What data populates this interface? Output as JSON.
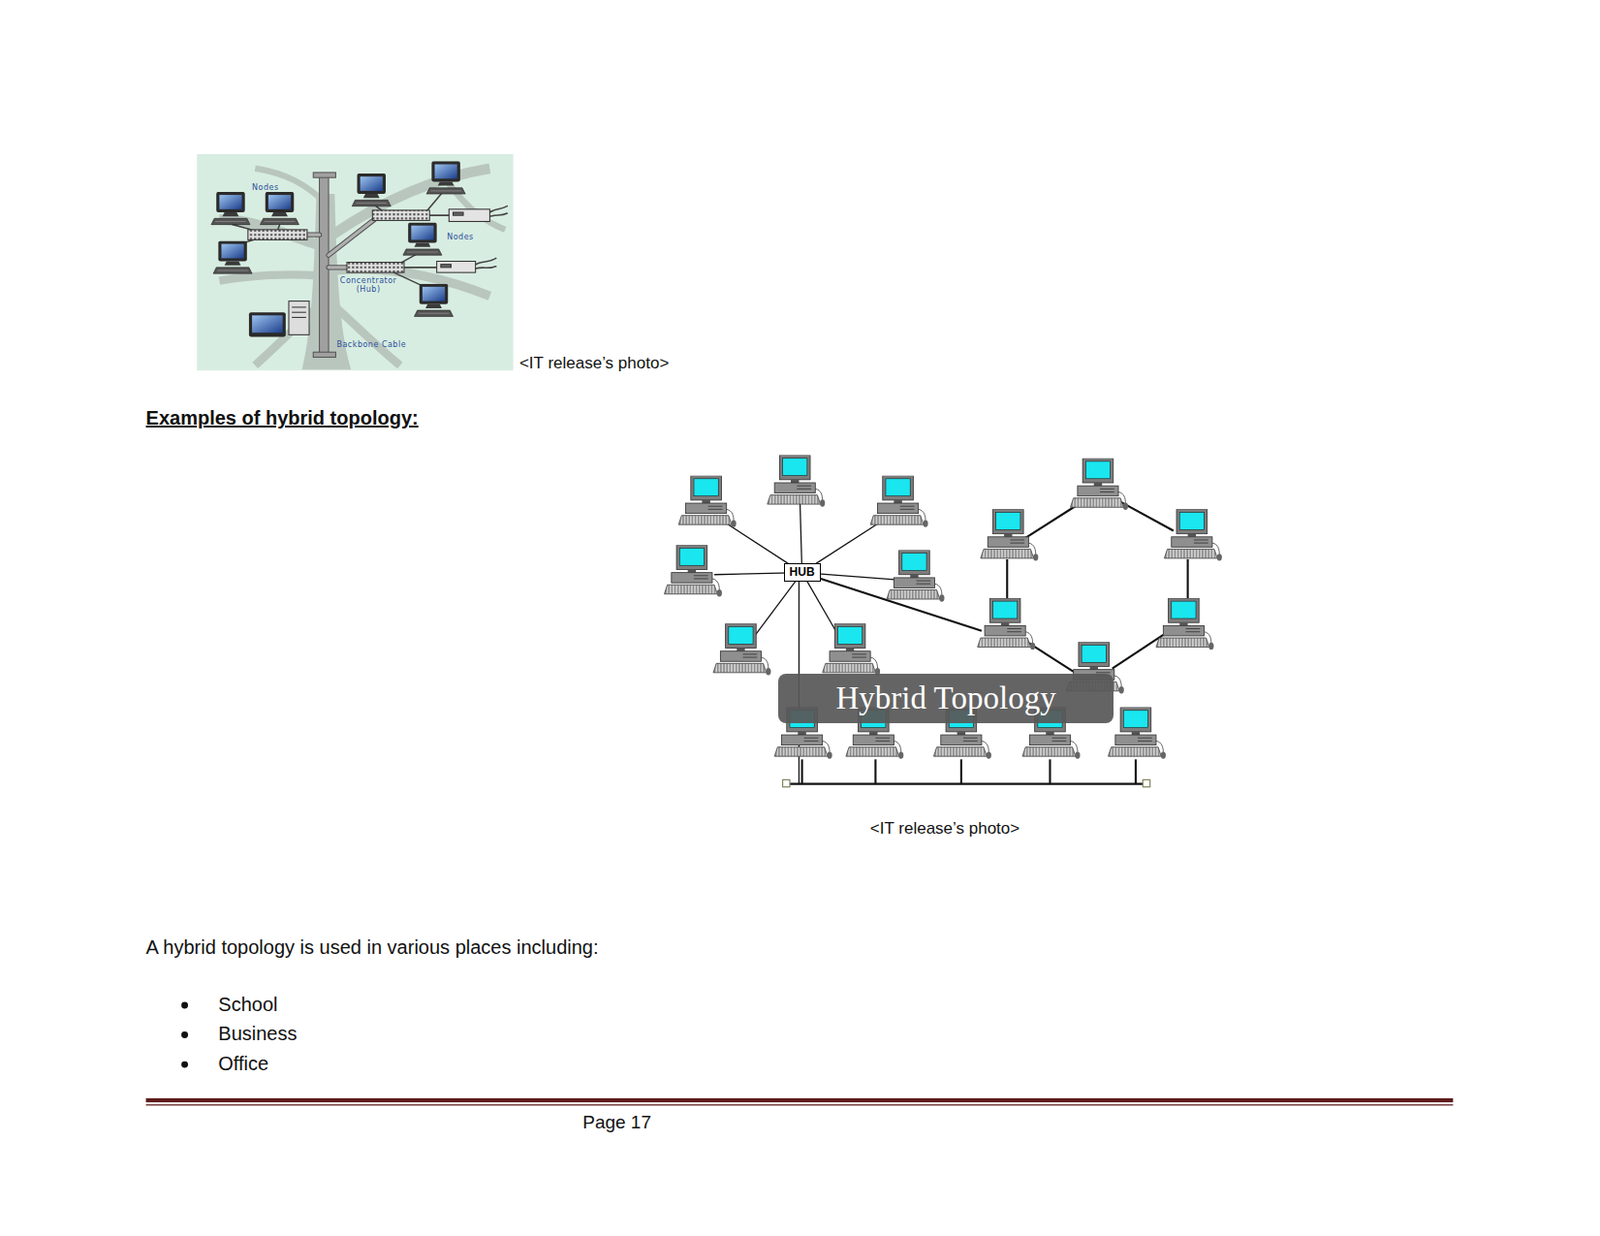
{
  "diagram": {
    "title": "Examples of hybrid topology:",
    "nodes": [
      {
        "text": [
          "HUB"
        ]
      },
      {
        "text": [
          "Hybrid Topology"
        ]
      }
    ],
    "labels": [
      "Nodes",
      "Nodes",
      "Concentrator (Hub)",
      "Backbone Cable",
      "<IT release’s photo>",
      "<IT release’s photo>",
      "A hybrid topology is used in various places including:",
      "School",
      "Business",
      "Office",
      "Page 17"
    ]
  }
}
